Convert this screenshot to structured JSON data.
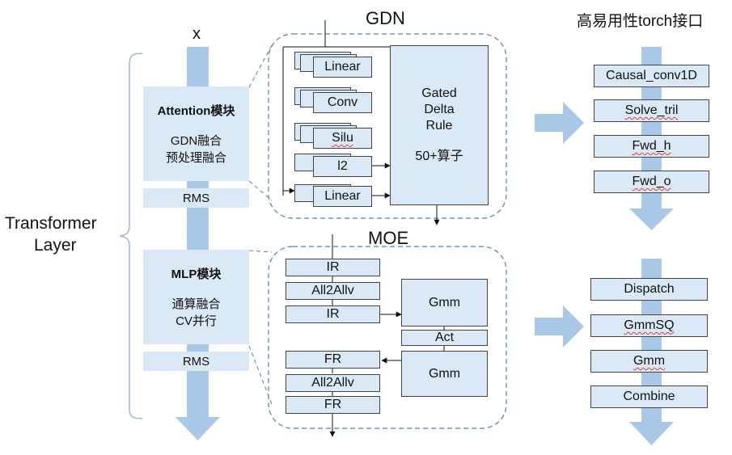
{
  "left": {
    "input_label": "x",
    "side_label_line1": "Transformer",
    "side_label_line2": "Layer",
    "attention": {
      "title": "Attention模块",
      "line1": "GDN融合",
      "line2": "预处理融合"
    },
    "rms1": "RMS",
    "mlp": {
      "title": "MLP模块",
      "line1": "通算融合",
      "line2": "CV并行"
    },
    "rms2": "RMS"
  },
  "gdn": {
    "title": "GDN",
    "ops": [
      "Linear",
      "Conv",
      "Silu",
      "l2",
      "Linear"
    ],
    "gated_line1": "Gated",
    "gated_line2": "Delta",
    "gated_line3": "Rule",
    "gated_note": "50+算子"
  },
  "moe": {
    "title": "MOE",
    "left_ops": [
      "IR",
      "All2Allv",
      "IR",
      "FR",
      "All2Allv",
      "FR"
    ],
    "gmm_top": "Gmm",
    "act": "Act",
    "gmm_bottom": "Gmm"
  },
  "right": {
    "title": "高易用性torch接口",
    "group1": [
      "Causal_conv1D",
      "Solve_tril",
      "Fwd_h",
      "Fwd_o"
    ],
    "group2": [
      "Dispatch",
      "GmmSQ",
      "Gmm",
      "Combine"
    ]
  },
  "colors": {
    "box_fill": "#dbe8f5",
    "arrow_fill": "#a9c8e8",
    "dashed_border": "#4f7fb0"
  }
}
